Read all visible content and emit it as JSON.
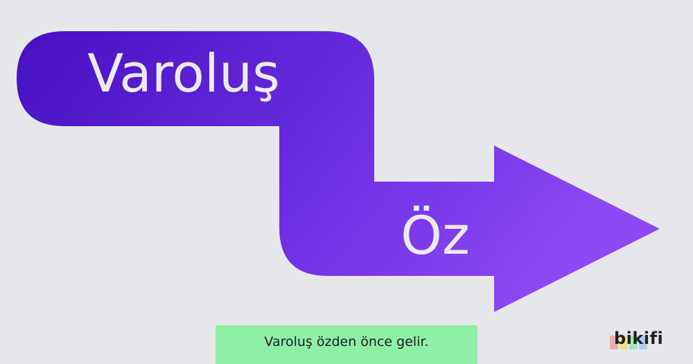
{
  "diagram": {
    "start_label": "Varoluş",
    "end_label": "Öz",
    "arrow_gradient": [
      "#4a12c2",
      "#8a45ef"
    ]
  },
  "caption": {
    "text": "Varoluş özden önce gelir."
  },
  "logo": {
    "text": "bikifi",
    "bar_colors": [
      "#f2a0a6",
      "#f3d98a",
      "#9be3b6",
      "#a7c7f5"
    ]
  }
}
